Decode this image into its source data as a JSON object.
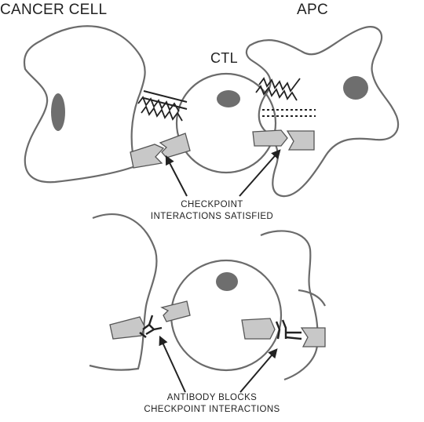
{
  "labels": {
    "cancer_cell": "CANCER CELL",
    "apc": "APC",
    "ctl": "CTL",
    "checkpoint_line1": "CHECKPOINT",
    "checkpoint_line2": "INTERACTIONS SATISFIED",
    "antibody_line1": "ANTIBODY BLOCKS",
    "antibody_line2": "CHECKPOINT INTERACTIONS"
  },
  "colors": {
    "outline": "#6b6b6b",
    "nucleus": "#6e6e6e",
    "receptor_fill": "#c8c8c8",
    "receptor_stroke": "#555555",
    "ink": "#222222"
  }
}
